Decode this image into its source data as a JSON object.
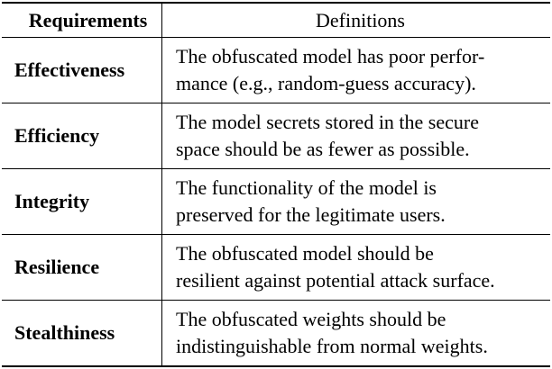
{
  "header": {
    "requirements": "Requirements",
    "definitions": "Definitions"
  },
  "rows": [
    {
      "requirement": "Effectiveness",
      "definition_lines": [
        "The obfuscated model has poor perfor-",
        "mance (e.g., random-guess accuracy)."
      ]
    },
    {
      "requirement": "Efficiency",
      "definition_lines": [
        "The model secrets stored in the secure",
        "space should be as fewer as possible."
      ]
    },
    {
      "requirement": "Integrity",
      "definition_lines": [
        "The functionality of the model is",
        "preserved for the legitimate users."
      ]
    },
    {
      "requirement": "Resilience",
      "definition_lines": [
        "The obfuscated model should be",
        "resilient against potential attack surface."
      ]
    },
    {
      "requirement": "Stealthiness",
      "definition_lines": [
        "The obfuscated weights should be",
        "indistinguishable from normal weights."
      ]
    }
  ]
}
